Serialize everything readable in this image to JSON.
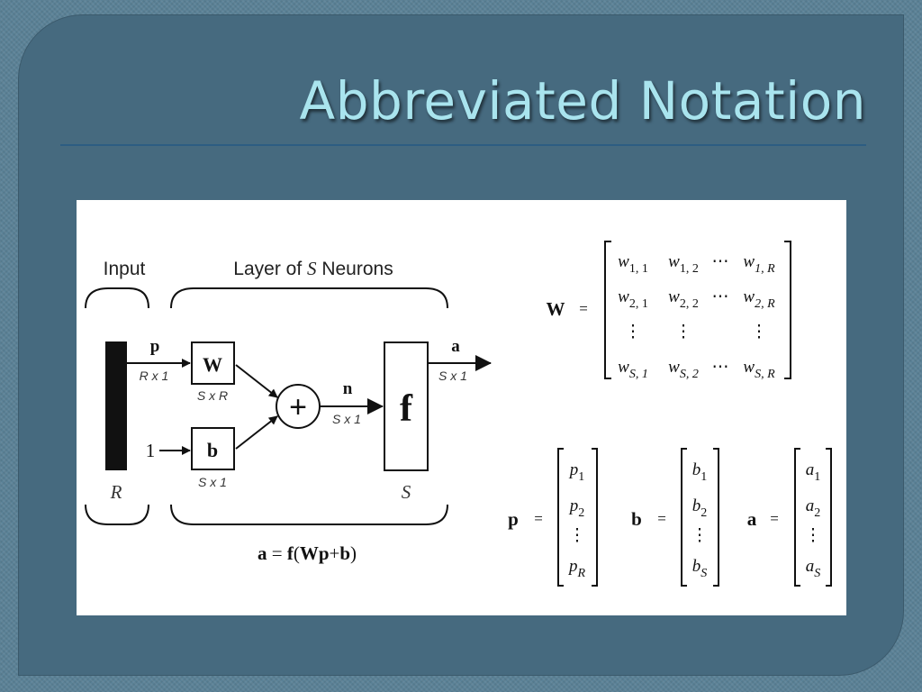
{
  "slide": {
    "title": "Abbreviated Notation"
  },
  "diagram": {
    "input_label": "Input",
    "layer_prefix": "Layer of ",
    "layer_var": "S",
    "layer_suffix": " Neurons",
    "input_dim": "R",
    "layer_dim": "S",
    "bias_input": "1",
    "p_label": "p",
    "p_size": "R x 1",
    "W_label": "W",
    "W_size": "S x R",
    "b_label": "b",
    "b_size": "S x 1",
    "sum_symbol": "+",
    "n_label": "n",
    "n_size": "S x 1",
    "f_label": "f",
    "a_label": "a",
    "a_size": "S x 1",
    "equation": {
      "lhs": "a",
      "eq": "=",
      "f": "f",
      "open": "(",
      "W": "W",
      "p": "p",
      "plus": "+",
      "b": "b",
      "close": ")"
    }
  },
  "matrices": {
    "W": {
      "name": "W",
      "eq": "=",
      "rows": [
        [
          "w1, 1",
          "w1, 2",
          "⋯",
          "w1, R"
        ],
        [
          "w2, 1",
          "w2, 2",
          "⋯",
          "w2, R"
        ],
        [
          "⋮",
          "⋮",
          "",
          "⋮"
        ],
        [
          "wS, 1",
          "wS, 2",
          "⋯",
          "wS, R"
        ]
      ]
    },
    "p": {
      "name": "p",
      "eq": "=",
      "entries": [
        "p1",
        "p2",
        "⋮",
        "pR"
      ]
    },
    "b": {
      "name": "b",
      "eq": "=",
      "entries": [
        "b1",
        "b2",
        "⋮",
        "bS"
      ]
    },
    "a": {
      "name": "a",
      "eq": "=",
      "entries": [
        "a1",
        "a2",
        "⋮",
        "aS"
      ]
    }
  }
}
